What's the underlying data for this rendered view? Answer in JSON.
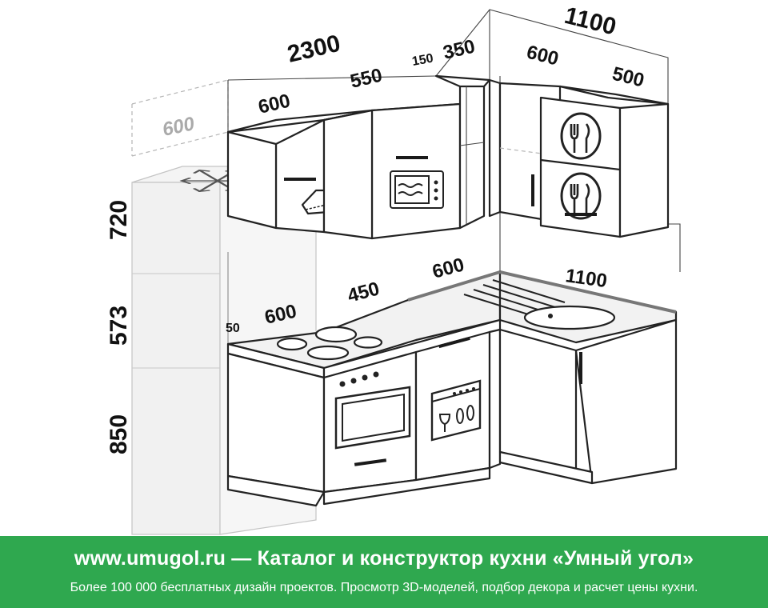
{
  "dimensions": {
    "upper_total_width": "2300",
    "upper_corner_width": "1100",
    "upper_hood_cabinet": "600",
    "upper_microwave_cabinet": "550",
    "upper_filler": "150",
    "upper_narrow_cabinet": "350",
    "upper_corner_cabinet": "600",
    "upper_end_cabinet": "500",
    "fridge_depth": "600",
    "height_upper": "720",
    "height_gap": "573",
    "height_base": "850",
    "base_hob_cabinet": "600",
    "base_dishwasher": "450",
    "base_corner_module": "600",
    "base_sink_run": "1100",
    "base_partial_label": "50"
  },
  "footer": {
    "title": "www.umugol.ru  —  Каталог и конструктор кухни «Умный угол»",
    "subtitle": "Более 100 000 бесплатных дизайн проектов. Просмотр 3D-моделей, подбор декора и расчет цены кухни."
  },
  "colors": {
    "footer_bg": "#2fa84f",
    "footer_text": "#ffffff",
    "ghost_line": "#b5b5b5",
    "outline": "#222222"
  },
  "icons": [
    "snowflake-icon",
    "cutlery-icon",
    "microwave-icon",
    "dishwasher-icon",
    "hob-icon",
    "oven-icon",
    "range-hood-icon",
    "sink-icon"
  ]
}
